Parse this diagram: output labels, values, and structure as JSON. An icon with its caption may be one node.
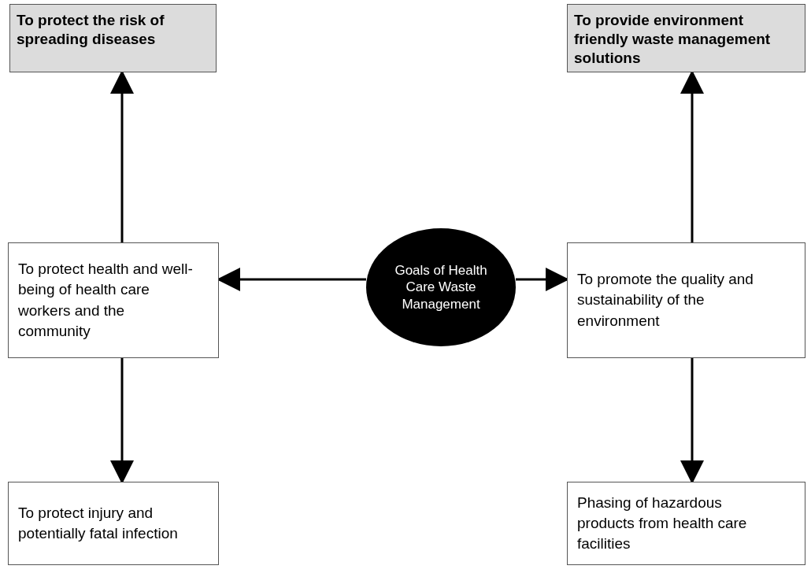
{
  "diagram": {
    "nodes": [
      {
        "text": [
          "Goals of Health Care Waste Management"
        ]
      },
      {
        "text": [
          "To protect health and well-being of health care workers and the community"
        ]
      },
      {
        "text": [
          "To promote the quality and sustainability of the environment"
        ]
      },
      {
        "text": [
          "To protect the risk of spreading diseases"
        ]
      },
      {
        "text": [
          "To provide environment friendly waste management solutions"
        ]
      },
      {
        "text": [
          "To protect injury and potentially fatal infection"
        ]
      },
      {
        "text": [
          "Phasing of hazardous products from health care facilities"
        ]
      }
    ],
    "edges": [
      {
        "from": 0,
        "to": 1,
        "arrow": "to"
      },
      {
        "from": 0,
        "to": 2,
        "arrow": "to"
      },
      {
        "from": 1,
        "to": 3,
        "arrow": "to"
      },
      {
        "from": 2,
        "to": 4,
        "arrow": "to"
      },
      {
        "from": 1,
        "to": 5,
        "arrow": "to"
      },
      {
        "from": 2,
        "to": 6,
        "arrow": "to"
      }
    ]
  }
}
